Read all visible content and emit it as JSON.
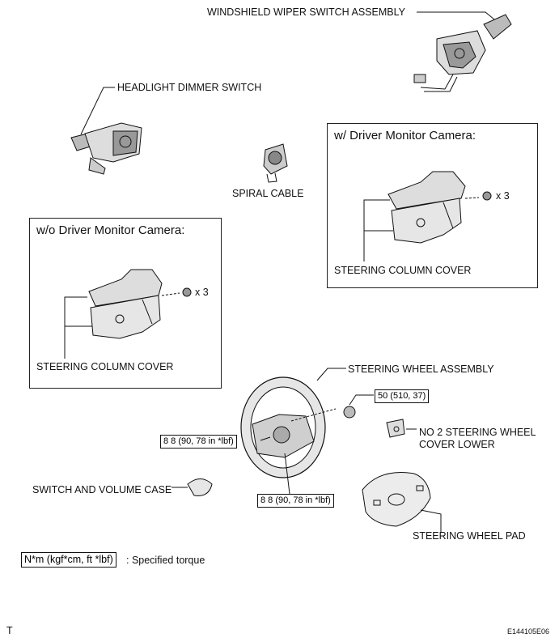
{
  "labels": {
    "wiper_switch": "WINDSHIELD WIPER SWITCH ASSEMBLY",
    "headlight_switch": "HEADLIGHT DIMMER SWITCH",
    "spiral_cable": "SPIRAL CABLE",
    "cover_with_camera": "STEERING COLUMN COVER",
    "cover_without_camera": "STEERING COLUMN COVER",
    "steering_wheel": "STEERING WHEEL ASSEMBLY",
    "cover_lower_line1": "NO  2 STEERING WHEEL",
    "cover_lower_line2": "COVER LOWER",
    "switch_volume_case": "SWITCH AND VOLUME CASE",
    "wheel_pad": "STEERING WHEEL PAD"
  },
  "boxes": {
    "with_camera_title": "w/ Driver Monitor Camera:",
    "without_camera_title": "w/o Driver Monitor Camera:"
  },
  "quantities": {
    "with_camera_screws": "x 3",
    "without_camera_screws": "x 3"
  },
  "torques": {
    "wheel_nut": "50 (510, 37)",
    "left_screw": "8 8 (90, 78 in *lbf)",
    "bottom_screw": "8 8 (90, 78 in *lbf)"
  },
  "legend": {
    "box": "N*m (kgf*cm, ft *lbf)",
    "text": ": Specified torque"
  },
  "footer": {
    "corner_mark": "T",
    "figure_code": "E144105E06"
  }
}
